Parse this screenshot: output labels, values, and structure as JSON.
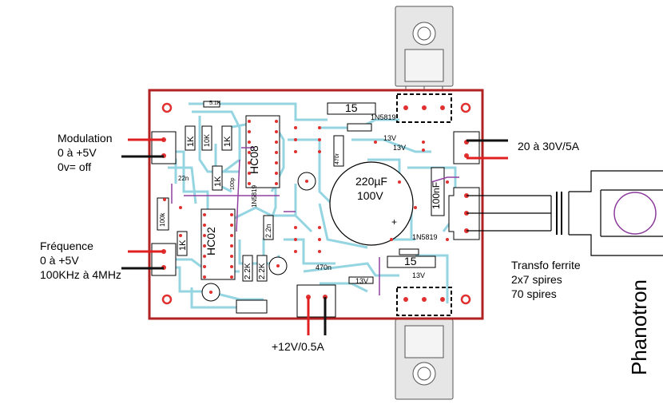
{
  "labels": {
    "modulation": [
      "Modulation",
      "0 à +5V",
      "0v= off"
    ],
    "frequence": [
      "Fréquence",
      "0 à +5V",
      "100KHz à 4MHz"
    ],
    "power_in": "20 à 30V/5A",
    "supply_12v": "+12V/0.5A",
    "transfo": [
      "Transfo ferrite",
      "2x7 spires",
      "70 spires"
    ],
    "phanotron": "Phanotron"
  },
  "components": {
    "cap_main": [
      "220µF",
      "100V"
    ],
    "cap_100nf": "100nF",
    "ic_hc08": "HC08",
    "ic_hc02": "HC02",
    "res_15_top": "15",
    "res_15_bottom": "15",
    "diode_1n5819_top": "1N5819",
    "diode_1n5819_bottom": "1N5819",
    "diode_1n5819_mid": "1N5819",
    "zener_13v": "13V",
    "res_1k": "1K",
    "res_10k": "10K",
    "res_2_2k": "2.2K",
    "cap_470n": "470n",
    "cap_22n": "22n",
    "res_100k": "100k",
    "cap_2_2n": "2.2n",
    "res_5_1k": "5.1K",
    "res_470r": "470r",
    "cap_100p": "100p"
  },
  "colors": {
    "board_outline": "#b22222",
    "trace": "#8fd3e0",
    "pad": "#e03030",
    "wire_red": "#e02020",
    "wire_black": "#111111",
    "jumper": "#9040a0",
    "component": "#000000",
    "transistor_body": "#dcdcdc"
  }
}
